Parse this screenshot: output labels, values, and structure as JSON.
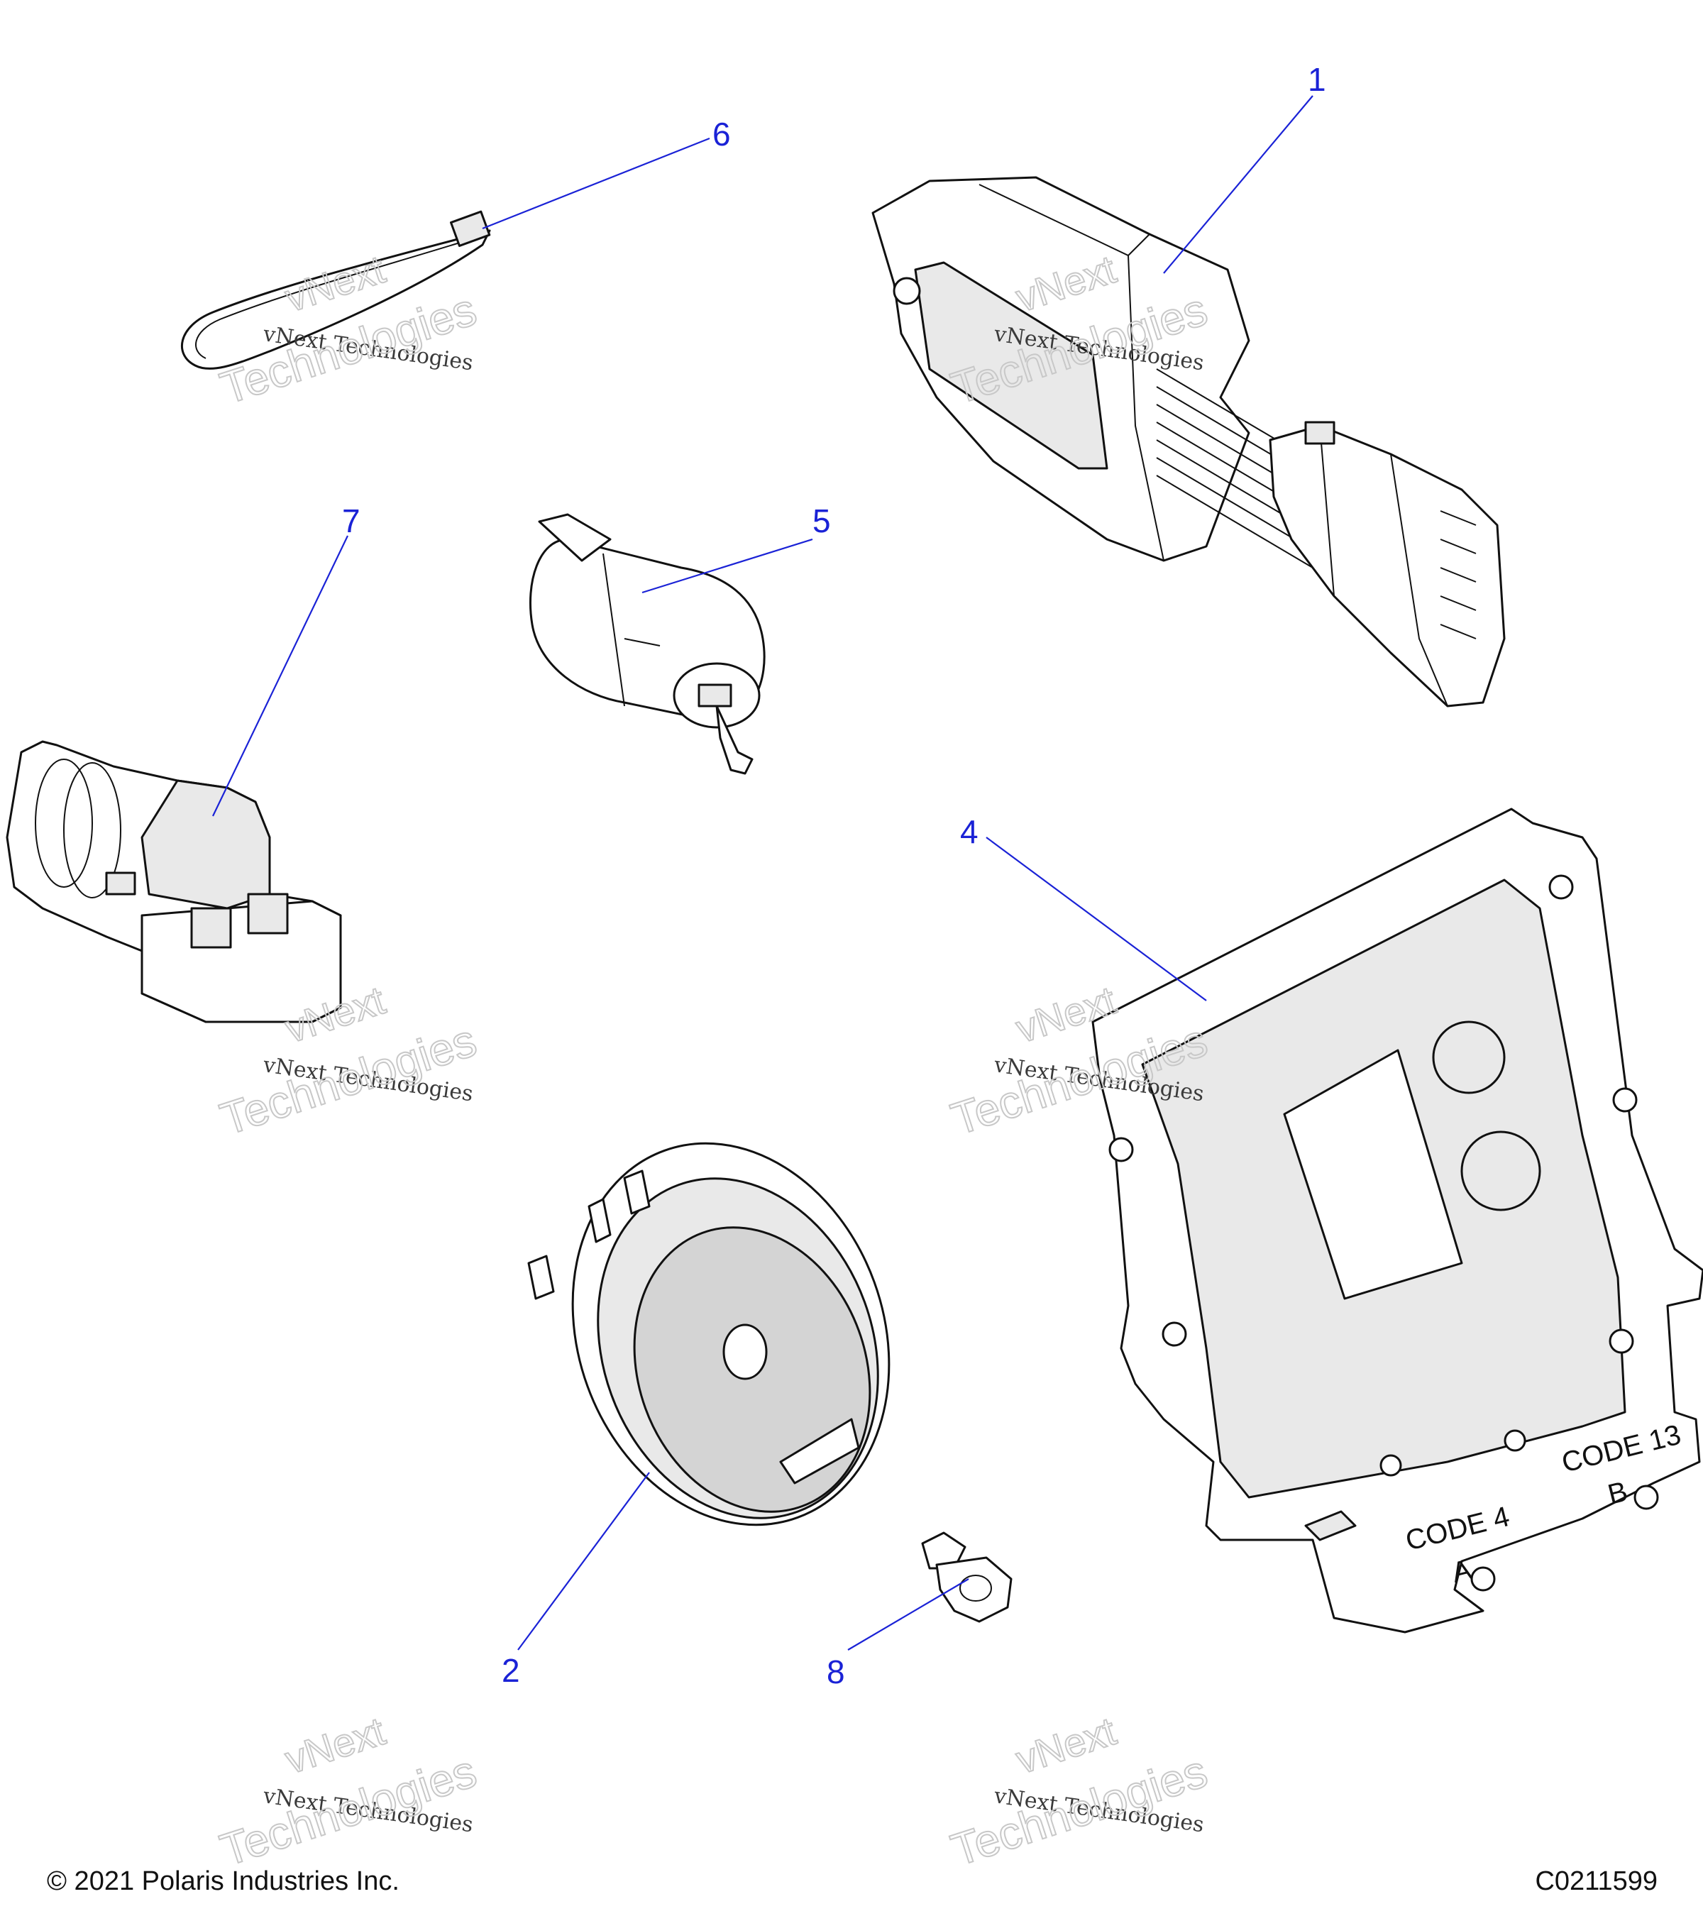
{
  "callouts": [
    {
      "id": "1",
      "label": "1"
    },
    {
      "id": "2",
      "label": "2"
    },
    {
      "id": "4",
      "label": "4"
    },
    {
      "id": "5",
      "label": "5"
    },
    {
      "id": "6",
      "label": "6"
    },
    {
      "id": "7",
      "label": "7"
    },
    {
      "id": "8",
      "label": "8"
    }
  ],
  "ecu": {
    "code_a": "CODE 4",
    "code_a_letter": "A",
    "code_b": "CODE 13",
    "code_b_letter": "B"
  },
  "watermark": {
    "line_small": "vNext Technologies",
    "line_big_1": "vNext",
    "line_big_2": "Technologies"
  },
  "footer": {
    "copyright": "© 2021 Polaris Industries Inc.",
    "diagram_id": "C0211599"
  },
  "colors": {
    "callout": "#1a22d6",
    "part_fill": "#d4d4d4",
    "outline": "#111111"
  }
}
